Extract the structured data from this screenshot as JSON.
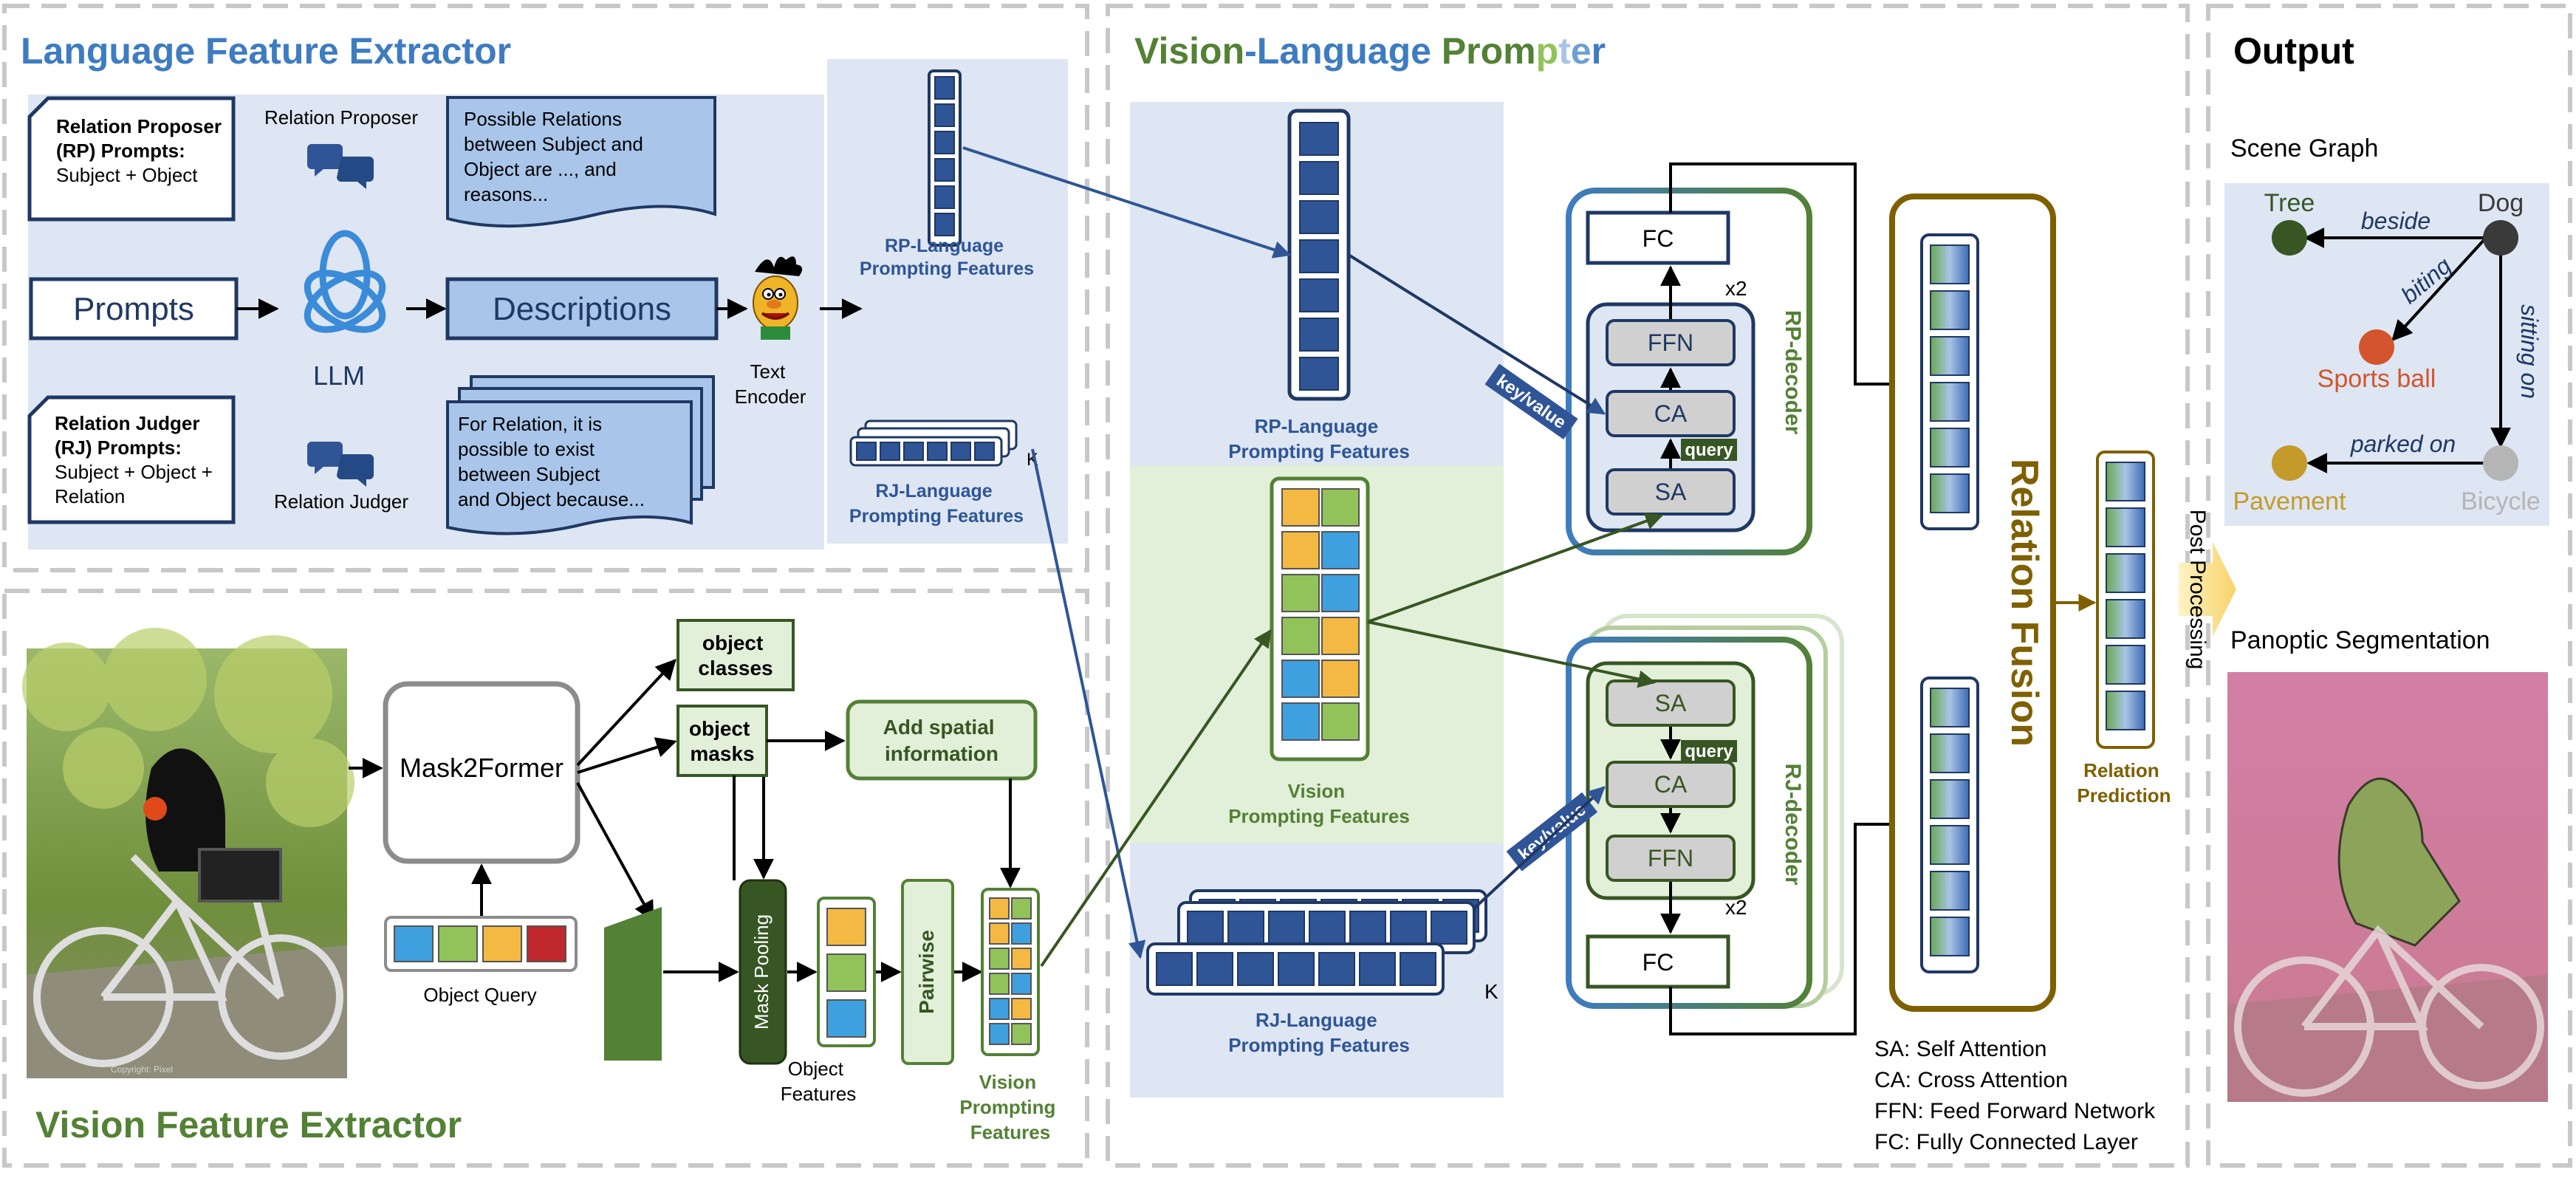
{
  "colors": {
    "lang_blue": "#3e7cc1",
    "dark_navy": "#1f3864",
    "vision_green": "#538135",
    "dark_green": "#375623",
    "fusion_brown": "#7f6000",
    "light_blue_bg": "#dde6f2",
    "light_green_bg": "#e2efd9",
    "block_blue": "#2f5597",
    "yellow": "#f4b942",
    "green_cell": "#92c35a",
    "cyan_cell": "#3fa0e0",
    "red_cell": "#c0272d"
  },
  "sections": {
    "language": "Language Feature Extractor",
    "vision": "Vision Feature Extractor",
    "prompter_parts": [
      "Vision",
      "-",
      "Language",
      " ",
      "Prom",
      "p",
      "t",
      "e",
      "r"
    ],
    "output": "Output"
  },
  "language": {
    "rp_prompt_lines": [
      "Relation Proposer",
      "(RP) Prompts:",
      "Subject + Object"
    ],
    "rj_prompt_lines": [
      "Relation Judger",
      "(RJ) Prompts:",
      "Subject + Object +",
      "Relation"
    ],
    "prompts": "Prompts",
    "llm": "LLM",
    "relation_proposer": "Relation Proposer",
    "relation_judger": "Relation Judger",
    "descriptions": "Descriptions",
    "rp_doc_lines": [
      "Possible Relations",
      "between Subject and",
      "Object are ..., and",
      "reasons..."
    ],
    "rj_doc_lines": [
      "For Relation, it is",
      "possible to exist",
      "between Subject",
      "and Object because..."
    ],
    "text_encoder_lines": [
      "Text",
      "Encoder"
    ],
    "rp_features_lines": [
      "RP-Language",
      "Prompting Features"
    ],
    "rj_features_lines": [
      "RJ-Language",
      "Prompting Features"
    ],
    "k": "K"
  },
  "vision": {
    "mask2former": "Mask2Former",
    "object_query": "Object Query",
    "object_classes_lines": [
      "object",
      "classes"
    ],
    "object_masks_lines": [
      "object",
      "masks"
    ],
    "add_spatial_lines": [
      "Add spatial",
      "information"
    ],
    "mask_pooling": "Mask Pooling",
    "object_features_lines": [
      "Object",
      "Features"
    ],
    "pairwise": "Pairwise",
    "vision_features_lines": [
      "Vision",
      "Prompting",
      "Features"
    ],
    "photo_watermark": "Copyright: Pixel"
  },
  "prompter": {
    "rp_features_lines": [
      "RP-Language",
      "Prompting Features"
    ],
    "vision_features_lines": [
      "Vision",
      "Prompting Features"
    ],
    "rj_features_lines": [
      "RJ-Language",
      "Prompting Features"
    ],
    "fc": "FC",
    "ffn": "FFN",
    "ca": "CA",
    "sa": "SA",
    "query": "query",
    "key_value": "key/value",
    "x2": "x2",
    "rp_decoder": "RP-decoder",
    "rj_decoder": "RJ-decoder",
    "k": "K",
    "relation_fusion": "Relation Fusion",
    "relation_prediction_lines": [
      "Relation",
      "Prediction"
    ],
    "legend": [
      "SA: Self Attention",
      "CA: Cross Attention",
      "FFN: Feed Forward Network",
      "FC: Fully Connected Layer"
    ]
  },
  "output": {
    "post_processing": "Post Processing",
    "scene_graph": "Scene Graph",
    "panoptic": "Panoptic Segmentation",
    "nodes": {
      "tree": "Tree",
      "dog": "Dog",
      "sports_ball": "Sports ball",
      "pavement": "Pavement",
      "bicycle": "Bicycle"
    },
    "edges": {
      "beside": "beside",
      "biting": "biting",
      "sitting_on": "sitting on",
      "parked_on": "parked on"
    },
    "node_colors": {
      "tree": "#375623",
      "dog": "#3a3a3a",
      "sports_ball": "#d2552d",
      "pavement": "#c49a2b",
      "bicycle": "#b5b5b5"
    }
  }
}
